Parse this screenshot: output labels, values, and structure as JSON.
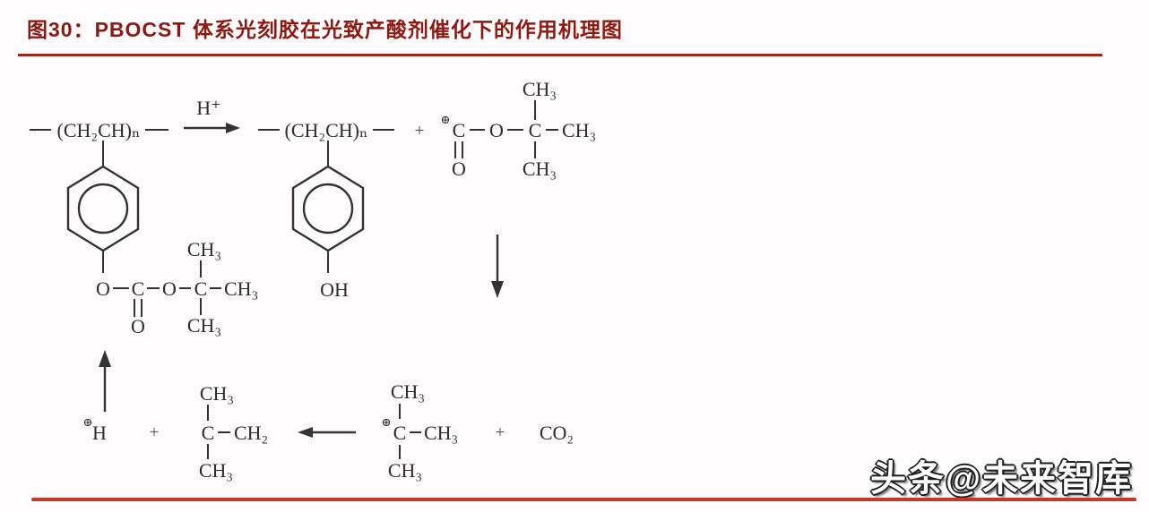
{
  "colors": {
    "title_ink": "#8c1a13",
    "header_rule": "#9e2517",
    "footer_rule": "#c23b28",
    "ink": "#333333"
  },
  "header": {
    "title": "图30：PBOCST 体系光刻胶在光致产酸剂催化下的作用机理图"
  },
  "reaction": {
    "step1": {
      "reactant_pbocst": {
        "backbone": "(CH₂CH)ₙ",
        "ester_o": "O",
        "carbonyl_c": "C",
        "carbonyl_o": "O",
        "bridge_o": "O",
        "tbutyl_c": "C",
        "ch3_top": "CH₃",
        "ch3_right": "CH₃",
        "ch3_bottom": "CH₃"
      },
      "catalyst": "H⁺",
      "product_phost": {
        "backbone": "(CH₂CH)ₙ",
        "hydroxyl": "OH"
      },
      "plus": "+",
      "tboc_cation": {
        "charge": "⊕",
        "carbonyl_c": "C",
        "carbonyl_o": "O",
        "bridge_o": "O",
        "tbutyl_c": "C",
        "ch3_top": "CH₃",
        "ch3_right": "CH₃",
        "ch3_bottom": "CH₃"
      }
    },
    "step2": {
      "tbutyl_cation": {
        "charge": "⊕",
        "c": "C",
        "ch3_top": "CH₃",
        "ch3_right": "CH₃",
        "ch3_bottom": "CH₃"
      },
      "plus": "+",
      "co2": "CO₂"
    },
    "step3": {
      "proton": {
        "charge": "⊕",
        "h": "H"
      },
      "plus": "+",
      "isobutylene": {
        "c": "C",
        "ch2": "CH₂",
        "ch3_top": "CH₃",
        "ch3_bottom": "CH₃"
      }
    }
  },
  "watermark": "头条@未来智库"
}
